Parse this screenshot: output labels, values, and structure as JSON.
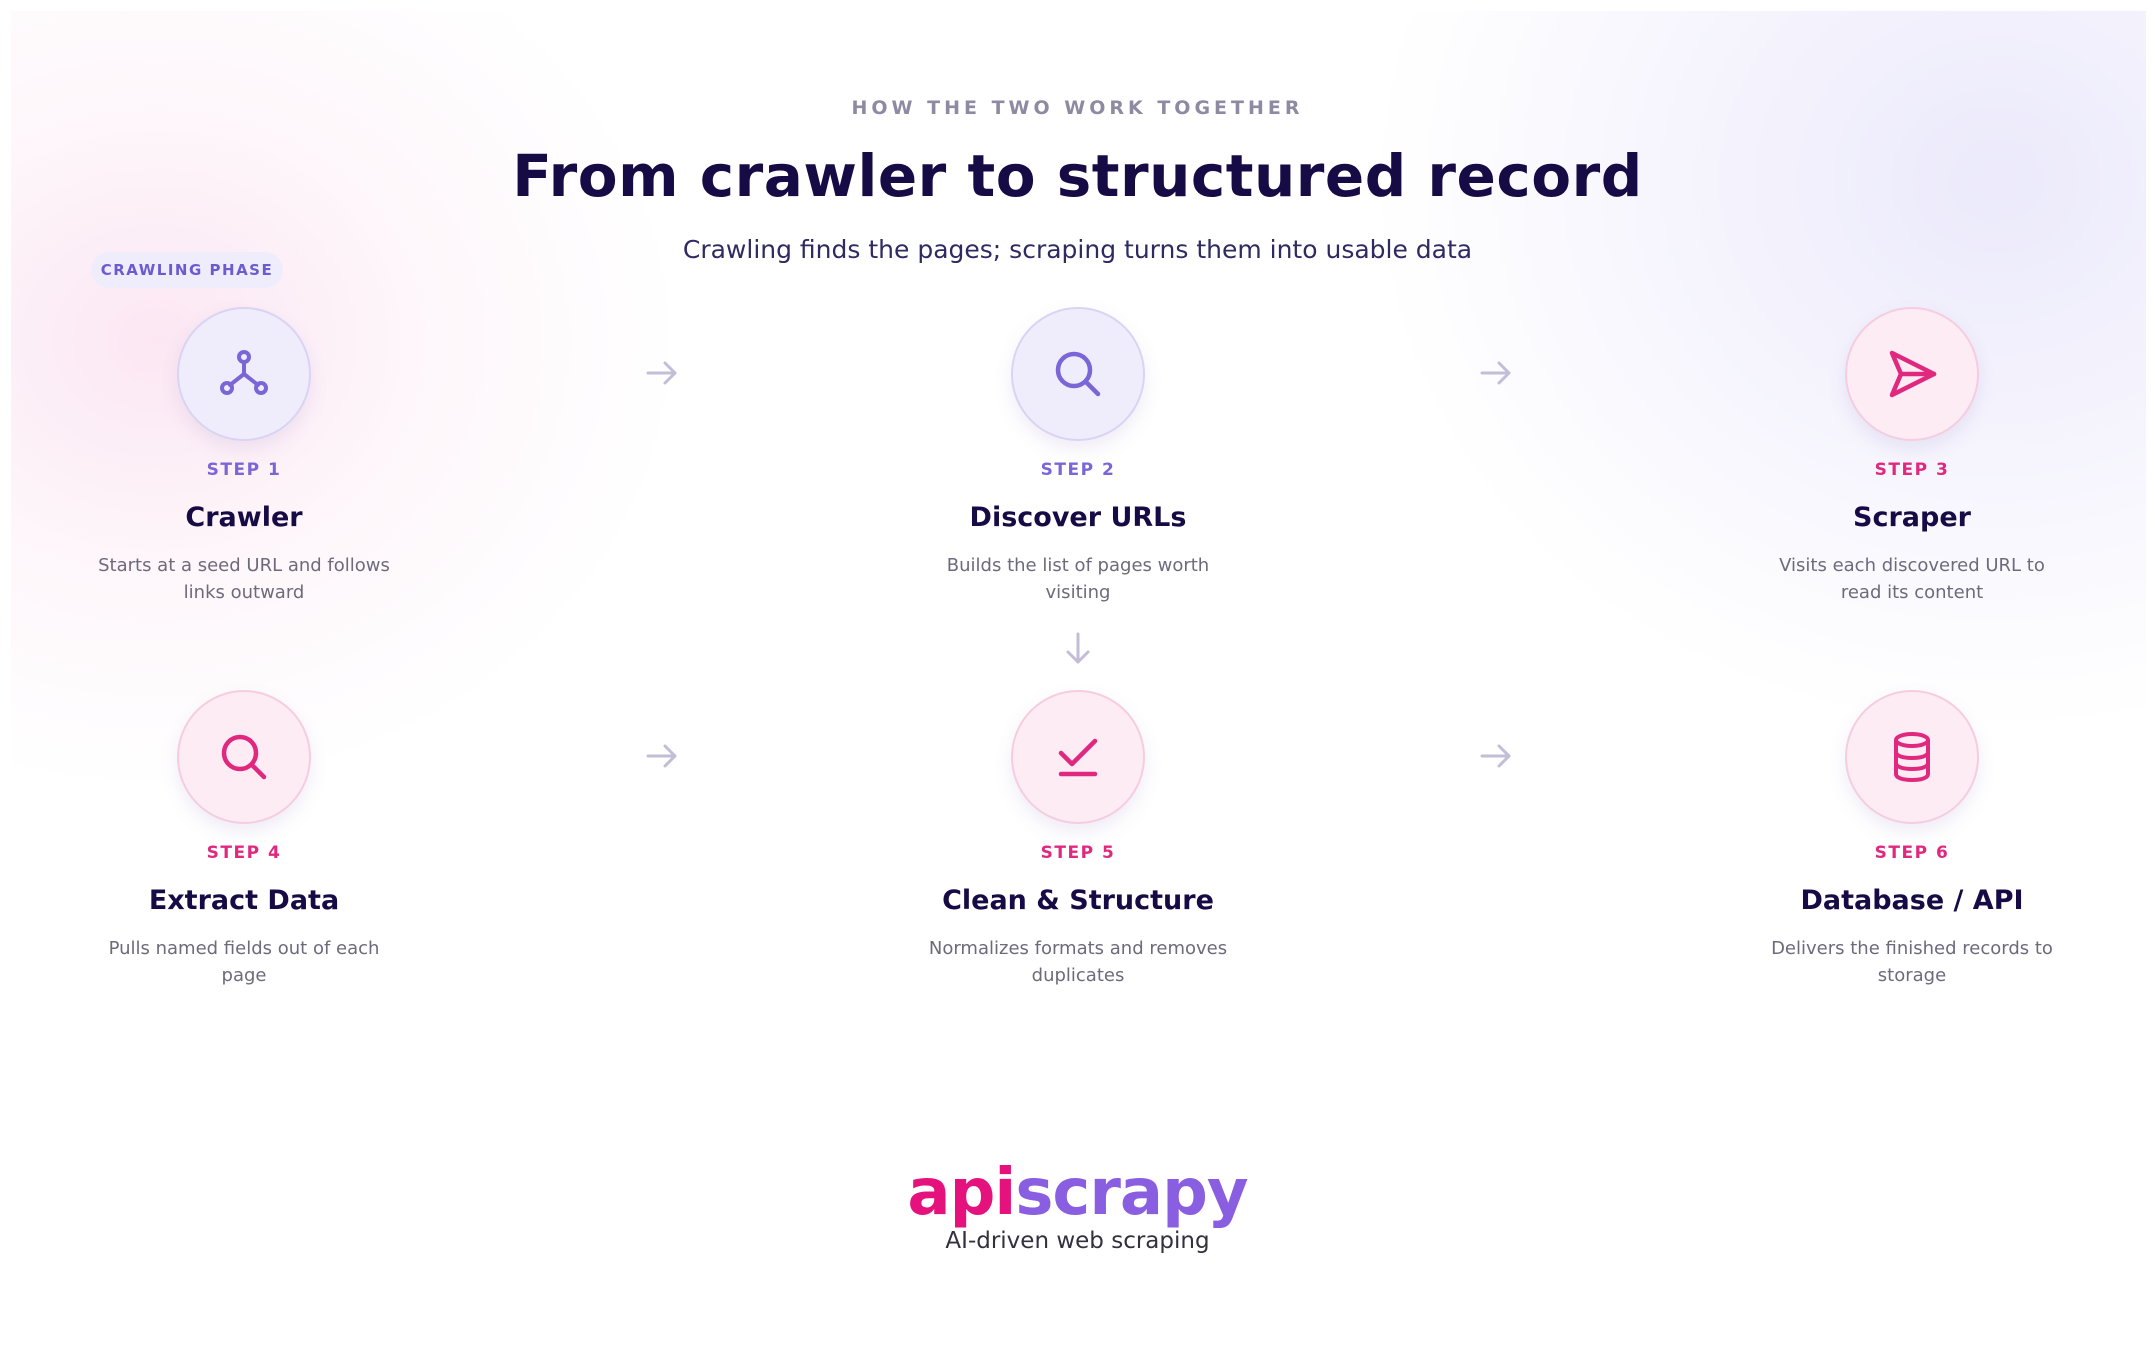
{
  "header": {
    "eyebrow": "HOW THE TWO WORK TOGETHER",
    "title": "From crawler to structured record",
    "subtitle": "Crawling finds the pages; scraping turns them into usable data"
  },
  "phase_label": "CRAWLING PHASE",
  "colors": {
    "purple": "#7a66d6",
    "pink": "#e0287f",
    "navy": "#170b45",
    "arrow": "#c3bdd8"
  },
  "steps": [
    {
      "label": "STEP 1",
      "title": "Crawler",
      "desc": "Starts at a seed URL and follows links outward",
      "icon": "branch-icon",
      "tone": "purple"
    },
    {
      "label": "STEP 2",
      "title": "Discover URLs",
      "desc": "Builds the list of pages worth visiting",
      "icon": "search-icon",
      "tone": "purple"
    },
    {
      "label": "STEP 3",
      "title": "Scraper",
      "desc": "Visits each discovered URL to read its content",
      "icon": "send-icon",
      "tone": "pink"
    },
    {
      "label": "STEP 4",
      "title": "Extract Data",
      "desc": "Pulls named fields out of each page",
      "icon": "search-icon",
      "tone": "pink"
    },
    {
      "label": "STEP 5",
      "title": "Clean & Structure",
      "desc": "Normalizes formats and removes duplicates",
      "icon": "check-icon",
      "tone": "pink"
    },
    {
      "label": "STEP 6",
      "title": "Database / API",
      "desc": "Delivers the finished records to storage",
      "icon": "database-icon",
      "tone": "pink"
    }
  ],
  "brand": {
    "logo_part1": "api",
    "logo_part2": "scrapy",
    "tagline": "AI-driven web scraping"
  }
}
